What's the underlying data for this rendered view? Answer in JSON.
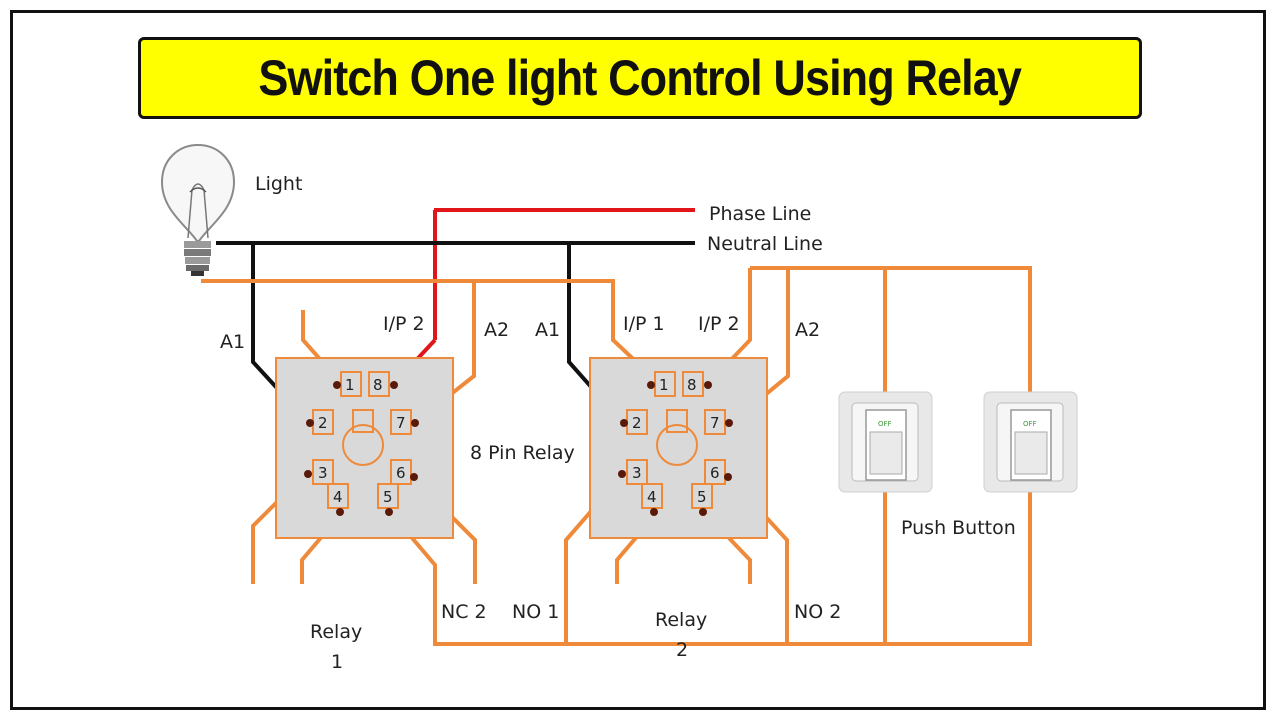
{
  "title": "Switch One light Control Using Relay",
  "labels": {
    "light": "Light",
    "phase_line": "Phase Line",
    "neutral_line": "Neutral Line",
    "relay1_a1": "A1",
    "relay1_ip2": "I/P 2",
    "relay1_a2": "A2",
    "relay2_a1": "A1",
    "relay2_ip1": "I/P 1",
    "relay2_ip2": "I/P 2",
    "relay2_a2": "A2",
    "eight_pin_relay": "8 Pin Relay",
    "nc2": "NC 2",
    "no1": "NO 1",
    "no2": "NO 2",
    "relay1_line1": "Relay",
    "relay1_line2": "1",
    "relay2_line1": "Relay",
    "relay2_line2": "2",
    "push_button": "Push Button",
    "switch_off": "OFF"
  },
  "pins": [
    "1",
    "2",
    "3",
    "4",
    "5",
    "6",
    "7",
    "8"
  ],
  "colors": {
    "phase_wire": "#e0161b",
    "neutral_wire": "#111111",
    "control_wire": "#ee8a3a",
    "relay_body": "#d9d9d9",
    "title_background": "#ffff00"
  }
}
